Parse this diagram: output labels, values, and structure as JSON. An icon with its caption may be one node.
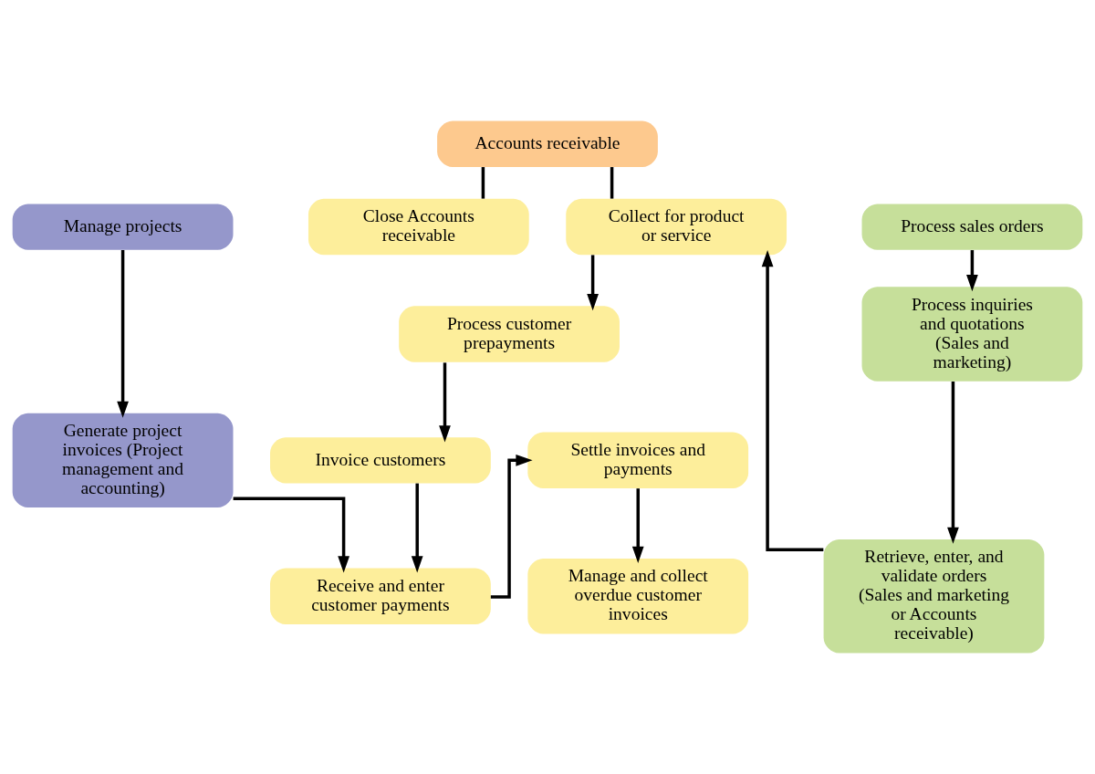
{
  "diagram": {
    "nodes": [
      {
        "text": [
          "Accounts receivable"
        ]
      },
      {
        "text": [
          "Manage projects"
        ]
      },
      {
        "text": [
          "Process sales orders"
        ]
      },
      {
        "text": [
          "Collect for product or service"
        ]
      },
      {
        "text": [
          "Close Accounts receivable"
        ]
      },
      {
        "text": [
          "Process inquiries and quotations (Sales and marketing)"
        ]
      },
      {
        "text": [
          "Process customer prepayments"
        ]
      },
      {
        "text": [
          "Invoice customers"
        ]
      },
      {
        "text": [
          "Retrieve, enter, and validate orders (Sales and marketing or Accounts receivable)"
        ]
      },
      {
        "text": [
          "Receive and enter customer payments"
        ]
      },
      {
        "text": [
          "Settle invoices and payments"
        ]
      },
      {
        "text": [
          "Generate project invoices (Project management and accounting)"
        ]
      },
      {
        "text": [
          "Manage and collect overdue customer invoices"
        ]
      }
    ],
    "edges": [
      {
        "from": 0,
        "to": 3,
        "arrow": "none"
      },
      {
        "from": 0,
        "to": 4,
        "arrow": "none"
      },
      {
        "from": 1,
        "to": 11,
        "arrow": "to"
      },
      {
        "from": 2,
        "to": 5,
        "arrow": "to"
      },
      {
        "from": 5,
        "to": 8,
        "arrow": "to"
      },
      {
        "from": 8,
        "to": 3,
        "arrow": "to"
      },
      {
        "from": 3,
        "to": 6,
        "arrow": "to"
      },
      {
        "from": 6,
        "to": 7,
        "arrow": "to"
      },
      {
        "from": 7,
        "to": 9,
        "arrow": "to"
      },
      {
        "from": 11,
        "to": 9,
        "arrow": "to"
      },
      {
        "from": 9,
        "to": 10,
        "arrow": "to"
      },
      {
        "from": 10,
        "to": 12,
        "arrow": "to"
      }
    ]
  }
}
